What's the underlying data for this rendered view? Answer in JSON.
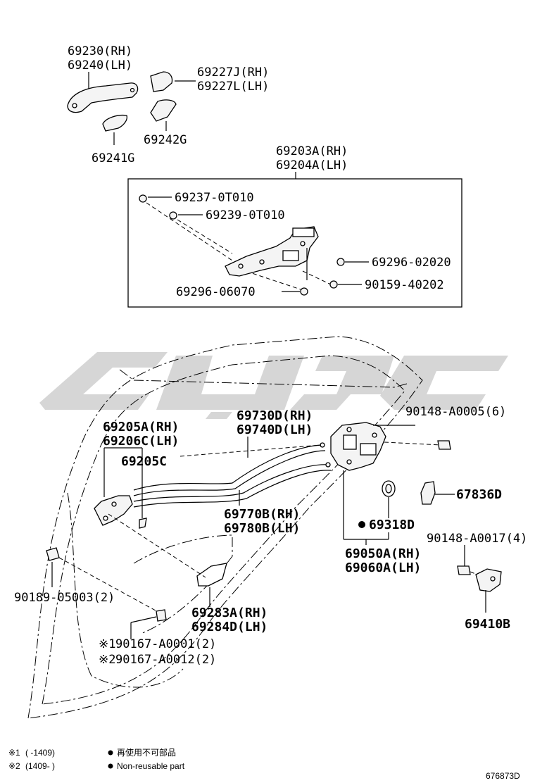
{
  "labels": {
    "p69230": "69230(RH)",
    "p69240": "69240(LH)",
    "p69227J": "69227J(RH)",
    "p69227L": "69227L(LH)",
    "p69242G": "69242G",
    "p69241G": "69241G",
    "p69203A": "69203A(RH)",
    "p69204A": "69204A(LH)",
    "p69237": "69237-0T010",
    "p69239": "69239-0T010",
    "p69296_02020": "69296-02020",
    "p90159": "90159-40202",
    "p69296_06070": "69296-06070",
    "p69205A": "69205A(RH)",
    "p69206C": "69206C(LH)",
    "p69205C": "69205C",
    "p69730D": "69730D(RH)",
    "p69740D": "69740D(LH)",
    "p90148_A0005": "90148-A0005(6)",
    "p67836D": "67836D",
    "p69770B": "69770B(RH)",
    "p69780B": "69780B(LH)",
    "p69318D": "69318D",
    "p90148_A0017": "90148-A0017(4)",
    "p69050A": "69050A(RH)",
    "p69060A": "69060A(LH)",
    "p90189": "90189-05003(2)",
    "p69283A": "69283A(RH)",
    "p69284D": "69284D(LH)",
    "p69410B": "69410B",
    "p90167_A0001": "90167-A0001(2)",
    "p90167_A0012": "90167-A0012(2)",
    "mark1": "※1",
    "mark2": "※2"
  },
  "footer": {
    "note1_mark": "※1",
    "note1_range": "(      -1409)",
    "note2_mark": "※2",
    "note2_range": "(1409-       )",
    "jp_note": "再使用不可部品",
    "en_note": "Non-reusable part",
    "diagram_id": "676873D"
  },
  "watermark": {
    "color": "#c8c8c8"
  },
  "icons": [
    "non-reusable-dot-icon"
  ]
}
